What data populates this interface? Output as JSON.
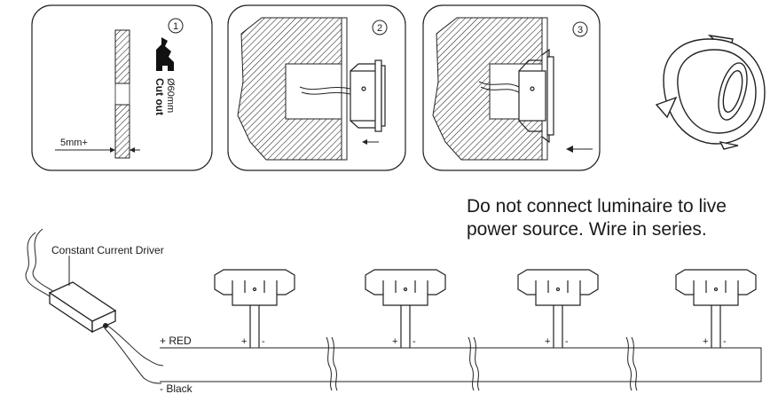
{
  "steps": [
    {
      "number": "1",
      "cutout_title": "Cut out",
      "cutout_size": "Ø60mm",
      "thickness_label": "5mm+"
    },
    {
      "number": "2"
    },
    {
      "number": "3"
    }
  ],
  "warning": {
    "line1": "Do not connect luminaire to live",
    "line2": "power source. Wire in series."
  },
  "driver_label": "Constant Current Driver",
  "wires": {
    "positive_label": "+ RED",
    "negative_label": "- Black"
  },
  "terminal": {
    "plus": "+",
    "minus": "-"
  },
  "luminaire_count": 4
}
